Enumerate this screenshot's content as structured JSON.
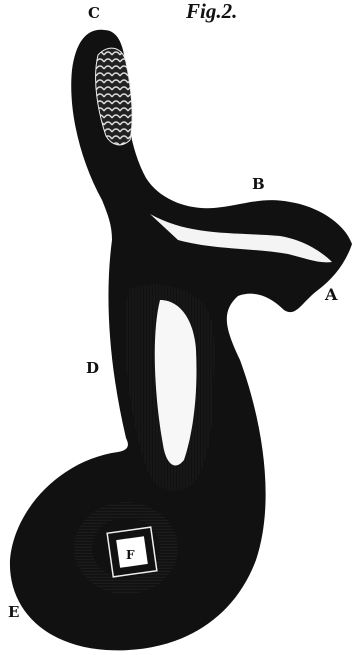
{
  "figure": {
    "title": "Fig.2.",
    "labels": {
      "a": "A",
      "b": "B",
      "c": "C",
      "d": "D",
      "e": "E",
      "f": "F"
    }
  },
  "colors": {
    "ink": "#111111",
    "paper": "#ffffff"
  }
}
